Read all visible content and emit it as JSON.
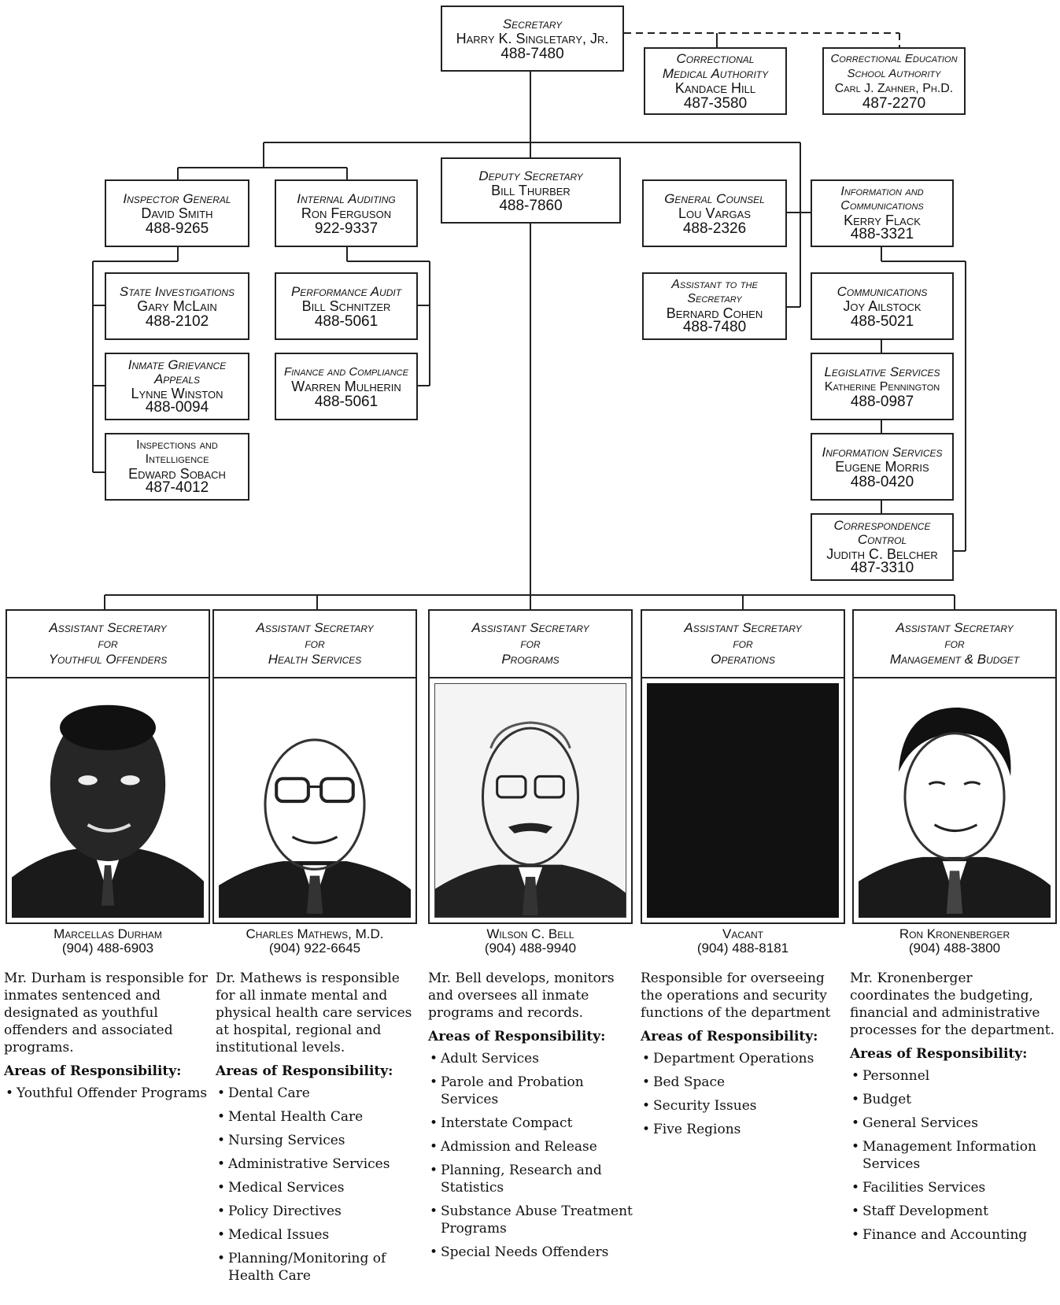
{
  "secretary": {
    "title": "Secretary",
    "name": "Harry K. Singletary, Jr.",
    "phone": "488-7480"
  },
  "cma": {
    "title1": "Correctional",
    "title2": "Medical Authority",
    "name": "Kandace Hill",
    "phone": "487-3580"
  },
  "cesa": {
    "title1": "Correctional Education",
    "title2": "School Authority",
    "name": "Carl J. Zahner, Ph.D.",
    "phone": "487-2270"
  },
  "deputy": {
    "title": "Deputy Secretary",
    "name": "Bill Thurber",
    "phone": "488-7860"
  },
  "inspector": {
    "title": "Inspector General",
    "name": "David Smith",
    "phone": "488-9265"
  },
  "auditing": {
    "title": "Internal Auditing",
    "name": "Ron Ferguson",
    "phone": "922-9337"
  },
  "counsel": {
    "title": "General Counsel",
    "name": "Lou Vargas",
    "phone": "488-2326"
  },
  "infocomm": {
    "title1": "Information and",
    "title2": "Communications",
    "name": "Kerry Flack",
    "phone": "488-3321"
  },
  "state_inv": {
    "title": "State Investigations",
    "name": "Gary McLain",
    "phone": "488-2102"
  },
  "grievance": {
    "title1": "Inmate Grievance",
    "title2": "Appeals",
    "name": "Lynne Winston",
    "phone": "488-0094"
  },
  "inspections": {
    "title1": "Inspections and",
    "title2": "Intelligence",
    "name": "Edward Sobach",
    "phone": "487-4012"
  },
  "perf_audit": {
    "title": "Performance Audit",
    "name": "Bill Schnitzer",
    "phone": "488-5061"
  },
  "finance_comp": {
    "title": "Finance and Compliance",
    "name": "Warren Mulherin",
    "phone": "488-5061"
  },
  "assistant_sec": {
    "title1": "Assistant to the",
    "title2": "Secretary",
    "name": "Bernard Cohen",
    "phone": "488-7480"
  },
  "communications": {
    "title": "Communications",
    "name": "Joy Ailstock",
    "phone": "488-5021"
  },
  "legislative": {
    "title": "Legislative Services",
    "name": "Katherine Pennington",
    "phone": "488-0987"
  },
  "info_services": {
    "title": "Information Services",
    "name": "Eugene Morris",
    "phone": "488-0420"
  },
  "correspondence": {
    "title1": "Correspondence",
    "title2": "Control",
    "name": "Judith C. Belcher",
    "phone": "487-3310"
  },
  "asst": [
    {
      "line1": "Assistant Secretary",
      "line2": "for",
      "line3": "Youthful Offenders",
      "name": "Marcellas Durham",
      "phone": "(904) 488-6903",
      "desc": "Mr. Durham is responsible for inmates sentenced and designated as youthful offenders and associated programs.",
      "aor": "Areas of Responsibility:",
      "items": [
        "Youthful Offender Programs"
      ]
    },
    {
      "line1": "Assistant Secretary",
      "line2": "for",
      "line3": "Health Services",
      "name": "Charles Mathews, M.D.",
      "phone": "(904) 922-6645",
      "desc": "Dr. Mathews is responsible for all inmate mental and physical health care services at hospital, regional and institutional levels.",
      "aor": "Areas of Responsibility:",
      "items": [
        "Dental Care",
        "Mental Health Care",
        "Nursing Services",
        "Administrative Services",
        "Medical Services",
        "Policy Directives",
        "Medical Issues",
        "Planning/Monitoring of Health Care"
      ]
    },
    {
      "line1": "Assistant Secretary",
      "line2": "for",
      "line3": "Programs",
      "name": "Wilson C. Bell",
      "phone": "(904) 488-9940",
      "desc": "Mr. Bell develops, monitors and oversees all inmate programs and records.",
      "aor": "Areas of Responsibility:",
      "items": [
        "Adult Services",
        "Parole and Probation Services",
        "Interstate Compact",
        "Admission and Release",
        "Planning, Research and Statistics",
        "Substance Abuse Treatment Programs",
        "Special Needs Offenders"
      ]
    },
    {
      "line1": "Assistant Secretary",
      "line2": "for",
      "line3": "Operations",
      "name": "Vacant",
      "phone": "(904) 488-8181",
      "desc": "Responsible for overseeing the operations and security functions of the department",
      "aor": "Areas of Responsibility:",
      "items": [
        "Department Operations",
        "Bed Space",
        "Security Issues",
        "Five Regions"
      ]
    },
    {
      "line1": "Assistant Secretary",
      "line2": "for",
      "line3": "Management & Budget",
      "name": "Ron Kronenberger",
      "phone": "(904) 488-3800",
      "desc": "Mr. Kronenberger coordinates the budgeting, financial and administrative processes for the department.",
      "aor": "Areas of Responsibility:",
      "items": [
        "Personnel",
        "Budget",
        "General Services",
        "Management Information Services",
        "Facilities Services",
        "Staff Development",
        "Finance and Accounting"
      ]
    }
  ]
}
